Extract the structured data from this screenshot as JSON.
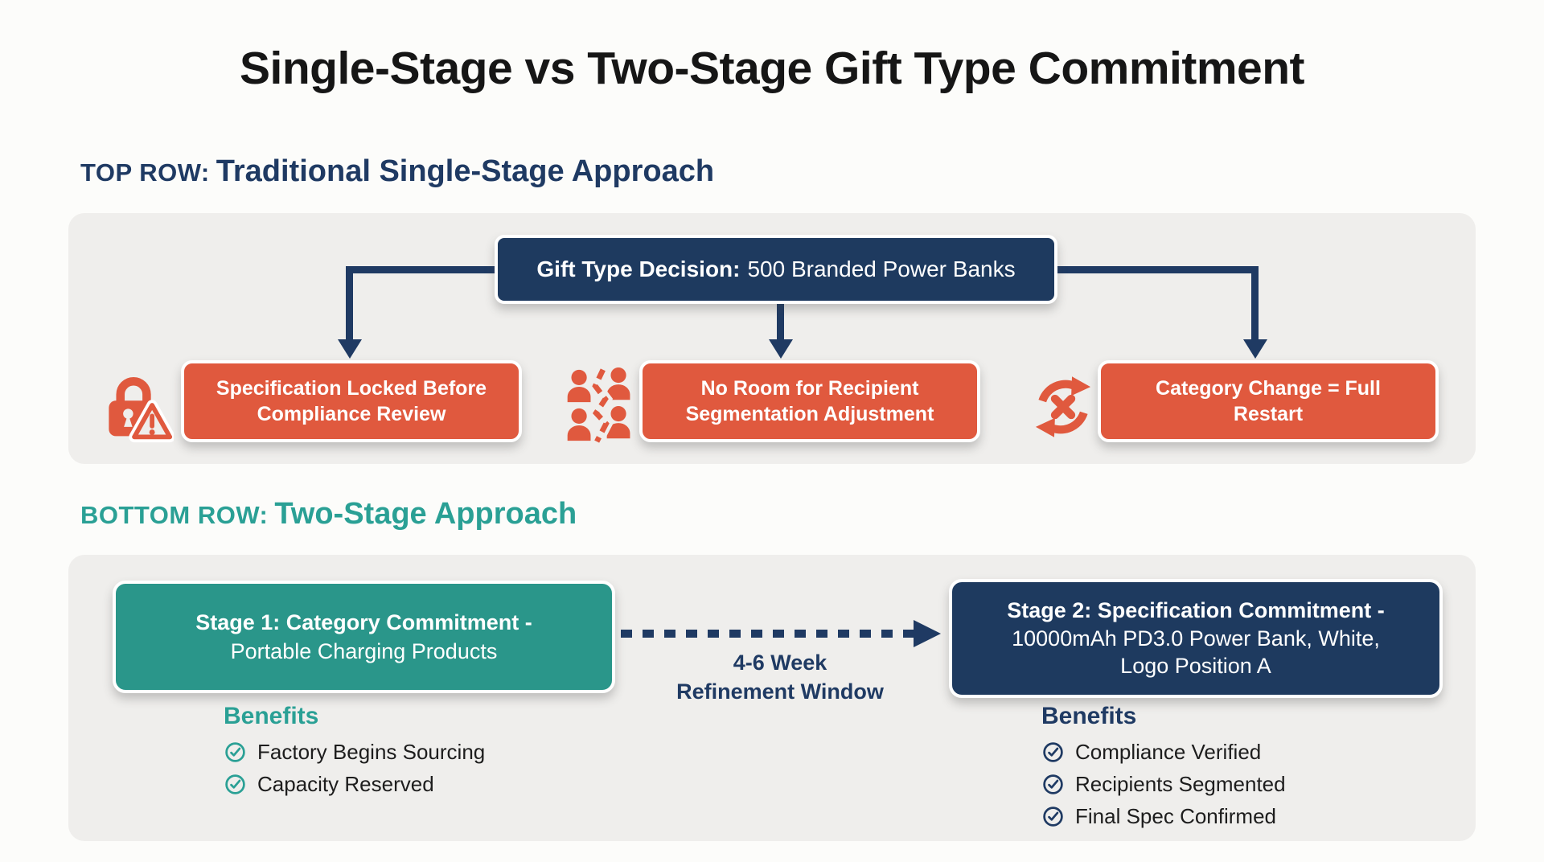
{
  "title": "Single-Stage vs Two-Stage Gift Type Commitment",
  "colors": {
    "navy": "#1e3a5f",
    "orange": "#e0593e",
    "teal": "#2a968a",
    "teal_heading": "#2aa095",
    "panel_gray": "#efeeec"
  },
  "top_section": {
    "heading_label": "TOP ROW:",
    "heading_title": "Traditional Single-Stage Approach",
    "decision_label": "Gift Type Decision:",
    "decision_value": "500 Branded Power Banks",
    "outcomes": [
      {
        "icon": "lock-warning-icon",
        "text": "Specification Locked Before Compliance Review"
      },
      {
        "icon": "people-split-icon",
        "text": "No Room for Recipient Segmentation Adjustment"
      },
      {
        "icon": "restart-cycle-icon",
        "text": "Category Change = Full Restart"
      }
    ]
  },
  "bottom_section": {
    "heading_label": "BOTTOM ROW:",
    "heading_title": "Two-Stage Approach",
    "stage1_label": "Stage 1: Category Commitment -",
    "stage1_value": "Portable Charging Products",
    "arrow_caption_line1": "4-6 Week",
    "arrow_caption_line2": "Refinement Window",
    "stage2_label": "Stage 2: Specification Commitment -",
    "stage2_line2": "10000mAh PD3.0 Power Bank, White,",
    "stage2_line3": "Logo Position A",
    "benefits_left": {
      "heading": "Benefits",
      "items": [
        "Factory Begins Sourcing",
        "Capacity Reserved"
      ]
    },
    "benefits_right": {
      "heading": "Benefits",
      "items": [
        "Compliance Verified",
        "Recipients Segmented",
        "Final Spec Confirmed"
      ]
    }
  }
}
